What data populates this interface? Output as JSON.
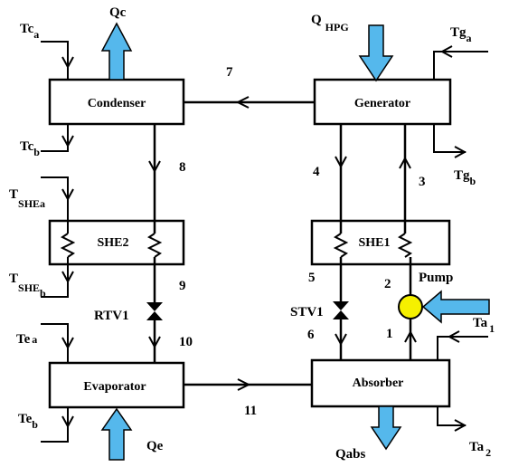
{
  "components": {
    "condenser": "Condenser",
    "generator": "Generator",
    "she2": "SHE2",
    "she1": "SHE1",
    "evaporator": "Evaporator",
    "absorber": "Absorber",
    "pump": "Pump",
    "rtv1": "RTV1",
    "stv1": "STV1"
  },
  "streams": {
    "s1": "1",
    "s2": "2",
    "s3": "3",
    "s4": "4",
    "s5": "5",
    "s7": "7",
    "s8": "8",
    "s9": "9",
    "s10": "10",
    "s11": "11",
    "s6": "6"
  },
  "heat_flows": {
    "qc": "Qc",
    "q_hpg_main": "Q",
    "q_hpg_sub": "HPG",
    "qe": "Qe",
    "qabs": "Qabs"
  },
  "temperatures": {
    "tc_a": {
      "main": "Tc",
      "sub": "a"
    },
    "tc_b": {
      "main": "Tc",
      "sub": "b"
    },
    "tshe_a": {
      "main": "T",
      "sub": "SHEa"
    },
    "tshe_b": {
      "main": "T",
      "sub": "SHE"
    },
    "tshe_b_tail": "b",
    "te_a": {
      "main": "Te",
      "sub": "a"
    },
    "te_b": {
      "main": "Te",
      "sub": "b"
    },
    "tg_a": {
      "main": "Tg",
      "sub": "a"
    },
    "tg_b": {
      "main": "Tg",
      "sub": "b"
    },
    "ta_1": {
      "main": "Ta",
      "sub": "1"
    },
    "ta_2": {
      "main": "Ta",
      "sub": "2"
    }
  },
  "colors": {
    "heat_arrow": "#55b8ec",
    "pump": "#f5f000",
    "line": "#000000",
    "background": "#ffffff"
  }
}
